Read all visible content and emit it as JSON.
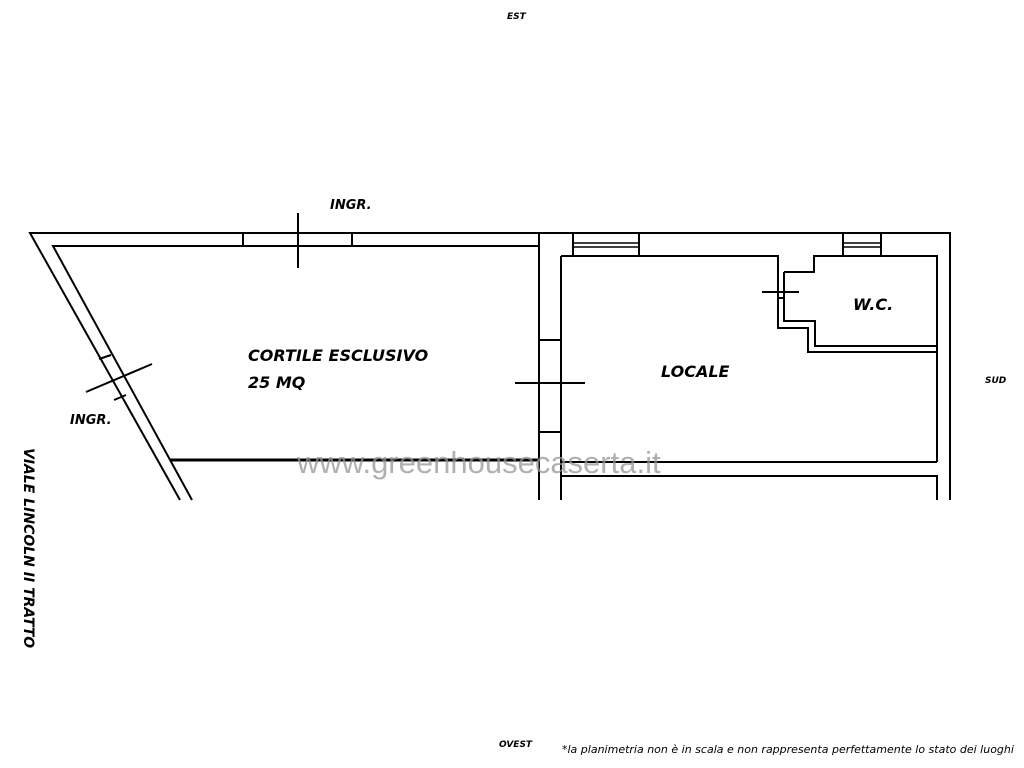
{
  "compass": {
    "north_top": "EST",
    "east_right": "SUD",
    "bottom": "OVEST"
  },
  "rooms": {
    "courtyard": {
      "name": "CORTILE ESCLUSIVO",
      "area": "25 MQ"
    },
    "main_room": "LOCALE",
    "wc": "W.C."
  },
  "entrances": {
    "top": "INGR.",
    "left": "INGR."
  },
  "street": "VIALE LINCOLN II TRATTO",
  "watermark": "www.greenhousecaserta.it",
  "disclaimer": "*la planimetria non è in scala e non rappresenta perfettamente lo stato dei luoghi"
}
